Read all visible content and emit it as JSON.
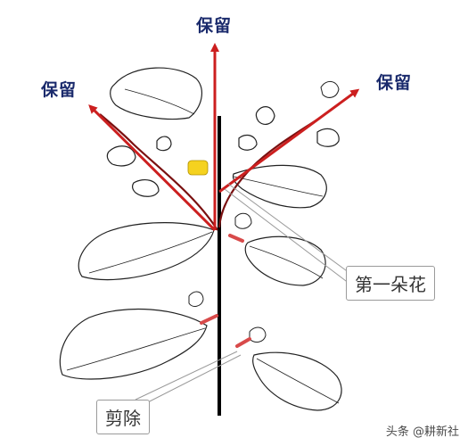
{
  "labels": {
    "keep_top": "保留",
    "keep_left": "保留",
    "keep_right": "保留",
    "first_flower": "第一朵花",
    "prune": "剪除"
  },
  "watermark": {
    "brand": "头条",
    "account": "@耕新社"
  },
  "colors": {
    "arrow": "#cc1f1f",
    "stem": "#000000",
    "branch": "#7a1010",
    "cut_mark": "#d84a4a",
    "leaf_outline": "#222222",
    "callout_line": "#9a9a9a",
    "label_text": "#1a2a6c",
    "flower_fill": "#f5d21f"
  }
}
